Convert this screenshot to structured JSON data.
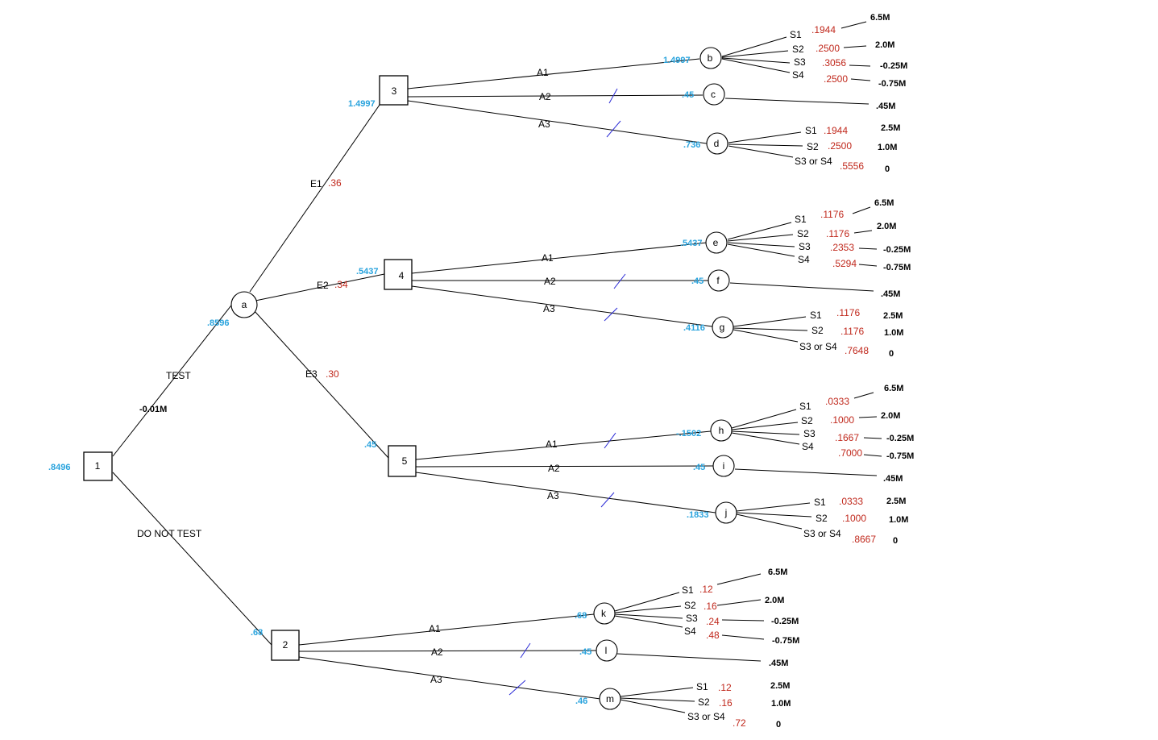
{
  "colors": {
    "ev": "#29a3dd",
    "probability": "#c0281c",
    "cut_mark": "#2b2bd6",
    "line": "#000000"
  },
  "nodes": {
    "n1": {
      "id": "1",
      "ev": ".8496"
    },
    "na": {
      "id": "a",
      "ev": ".8596"
    },
    "n3": {
      "id": "3",
      "ev": "1.4997"
    },
    "n4": {
      "id": "4",
      "ev": ".5437"
    },
    "n5": {
      "id": "5",
      "ev": ".45"
    },
    "n2": {
      "id": "2",
      "ev": ".68"
    },
    "nb": {
      "id": "b",
      "ev": "1.4997"
    },
    "nc": {
      "id": "c",
      "ev": ".45"
    },
    "nd": {
      "id": "d",
      "ev": ".736"
    },
    "ne": {
      "id": "e",
      "ev": ".5437"
    },
    "nf": {
      "id": "f",
      "ev": ".45"
    },
    "ng": {
      "id": "g",
      "ev": ".4116"
    },
    "nh": {
      "id": "h",
      "ev": "-.1502"
    },
    "ni": {
      "id": "i",
      "ev": ".45"
    },
    "nj": {
      "id": "j",
      "ev": ".1833"
    },
    "nk": {
      "id": "k",
      "ev": ".68"
    },
    "nl": {
      "id": "l",
      "ev": ".45"
    },
    "nm": {
      "id": "m",
      "ev": ".46"
    }
  },
  "branches": {
    "test": "TEST",
    "test_cost": "-0.01M",
    "do_not_test": "DO NOT TEST",
    "e1": "E1",
    "e1_p": ".36",
    "e2": "E2",
    "e2_p": ".34",
    "e3": "E3",
    "e3_p": ".30",
    "a1": "A1",
    "a2": "A2",
    "a3": "A3"
  },
  "outcomes": {
    "b": [
      {
        "state": "S1",
        "p": ".1944",
        "payoff": "6.5M"
      },
      {
        "state": "S2",
        "p": ".2500",
        "payoff": "2.0M"
      },
      {
        "state": "S3",
        "p": ".3056",
        "payoff": "-0.25M"
      },
      {
        "state": "S4",
        "p": ".2500",
        "payoff": "-0.75M"
      }
    ],
    "c": {
      "payoff": ".45M"
    },
    "d": [
      {
        "state": "S1",
        "p": ".1944",
        "payoff": "2.5M"
      },
      {
        "state": "S2",
        "p": ".2500",
        "payoff": "1.0M"
      },
      {
        "state": "S3 or S4",
        "p": ".5556",
        "payoff": "0"
      }
    ],
    "e": [
      {
        "state": "S1",
        "p": ".1176",
        "payoff": "6.5M"
      },
      {
        "state": "S2",
        "p": ".1176",
        "payoff": "2.0M"
      },
      {
        "state": "S3",
        "p": ".2353",
        "payoff": "-0.25M"
      },
      {
        "state": "S4",
        "p": ".5294",
        "payoff": "-0.75M"
      }
    ],
    "f": {
      "payoff": ".45M"
    },
    "g": [
      {
        "state": "S1",
        "p": ".1176",
        "payoff": "2.5M"
      },
      {
        "state": "S2",
        "p": ".1176",
        "payoff": "1.0M"
      },
      {
        "state": "S3 or S4",
        "p": ".7648",
        "payoff": "0"
      }
    ],
    "h": [
      {
        "state": "S1",
        "p": ".0333",
        "payoff": "6.5M"
      },
      {
        "state": "S2",
        "p": ".1000",
        "payoff": "2.0M"
      },
      {
        "state": "S3",
        "p": ".1667",
        "payoff": "-0.25M"
      },
      {
        "state": "S4",
        "p": ".7000",
        "payoff": "-0.75M"
      }
    ],
    "i": {
      "payoff": ".45M"
    },
    "j": [
      {
        "state": "S1",
        "p": ".0333",
        "payoff": "2.5M"
      },
      {
        "state": "S2",
        "p": ".1000",
        "payoff": "1.0M"
      },
      {
        "state": "S3 or S4",
        "p": ".8667",
        "payoff": "0"
      }
    ],
    "k": [
      {
        "state": "S1",
        "p": ".12",
        "payoff": "6.5M"
      },
      {
        "state": "S2",
        "p": ".16",
        "payoff": "2.0M"
      },
      {
        "state": "S3",
        "p": ".24",
        "payoff": "-0.25M"
      },
      {
        "state": "S4",
        "p": ".48",
        "payoff": "-0.75M"
      }
    ],
    "l": {
      "payoff": ".45M"
    },
    "m": [
      {
        "state": "S1",
        "p": ".12",
        "payoff": "2.5M"
      },
      {
        "state": "S2",
        "p": ".16",
        "payoff": "1.0M"
      },
      {
        "state": "S3 or S4",
        "p": ".72",
        "payoff": "0"
      }
    ]
  }
}
